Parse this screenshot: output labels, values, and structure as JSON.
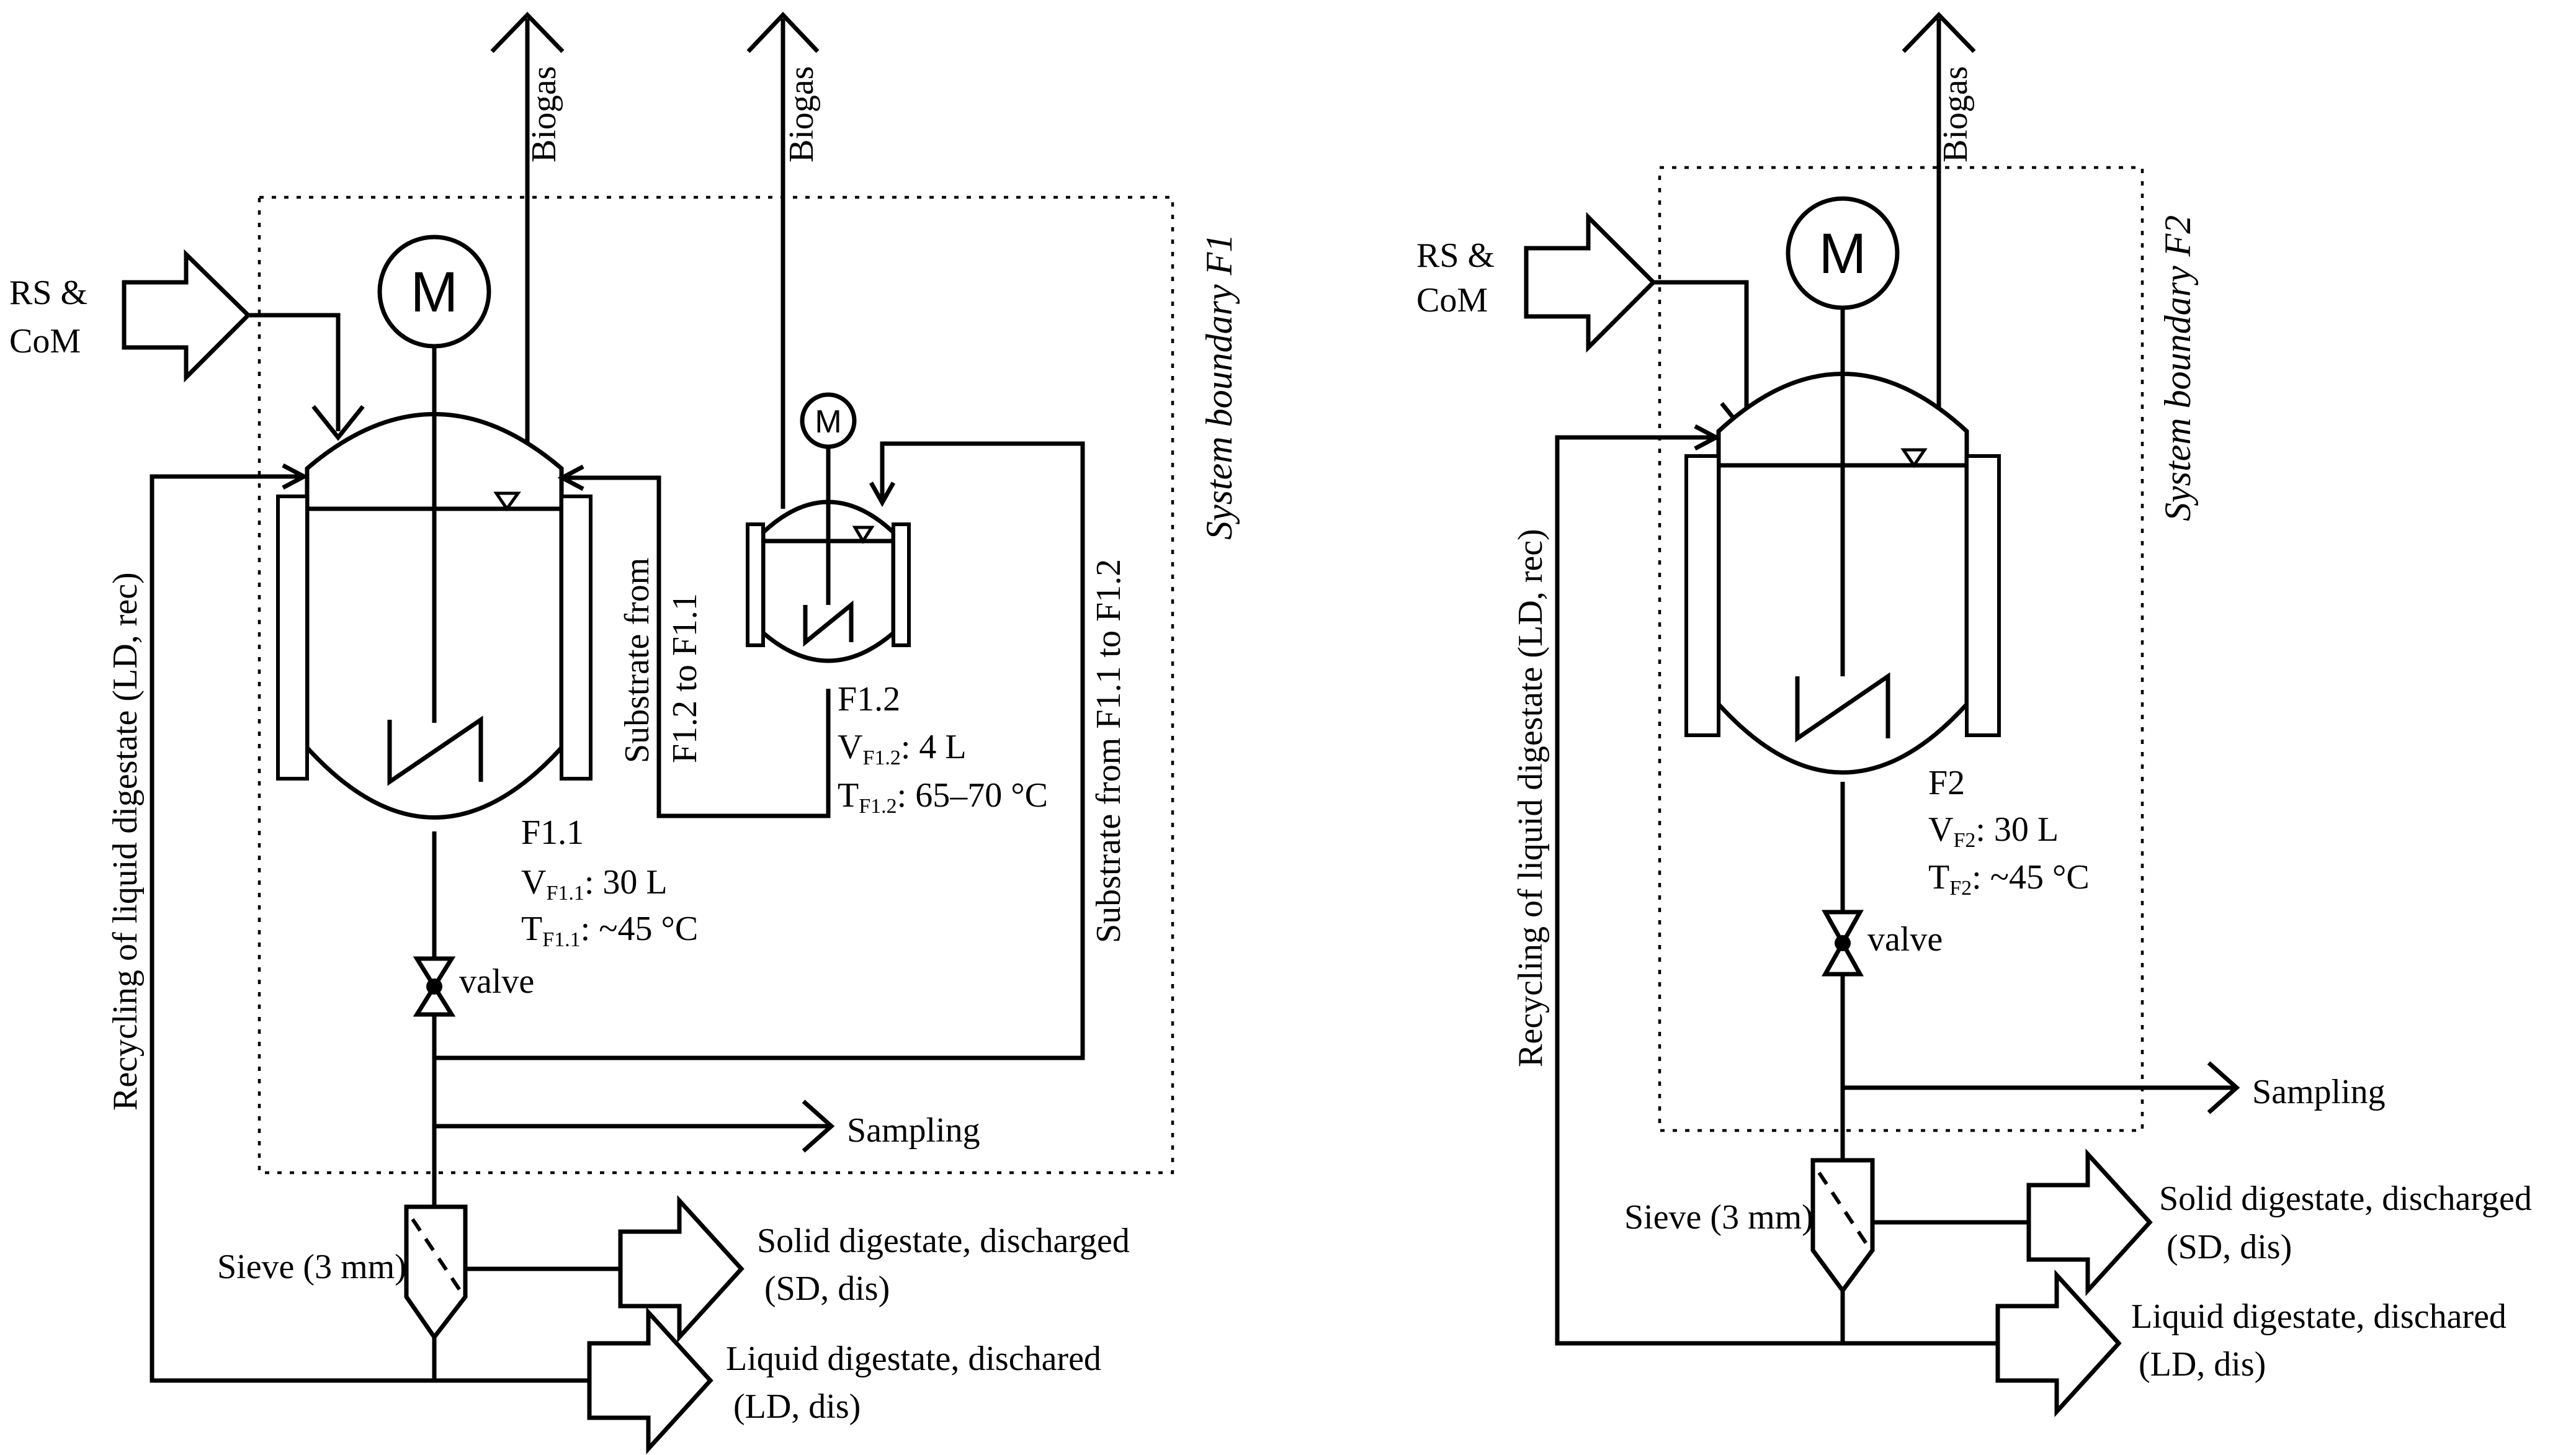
{
  "labels": {
    "biogas": "Biogas",
    "feed_line1": "RS &",
    "feed_line2": "CoM",
    "motor": "M",
    "boundary_f1": "System boundary F1",
    "boundary_f2": "System boundary F2",
    "substrate_12_to_11_line1": "Substrate from",
    "substrate_12_to_11_line2": "F1.2 to F1.1",
    "substrate_11_to_12": "Substrate from F1.1 to F1.2",
    "recycling": "Recycling of liquid digestate (LD, rec)",
    "valve": "valve",
    "sampling": "Sampling",
    "sieve": "Sieve (3 mm)",
    "solid_line1": "Solid digestate, discharged",
    "solid_line2": "(SD, dis)",
    "liquid_line1": "Liquid digestate, dischared",
    "liquid_line2": "(LD, dis)"
  },
  "reactors": {
    "f11": {
      "name": "F1.1",
      "v_prefix": "V",
      "v_sub": "F1.1",
      "v_value": ": 30  L",
      "t_prefix": "T",
      "t_sub": "F1.1",
      "t_value": ": ~45 °C"
    },
    "f12": {
      "name": "F1.2",
      "v_prefix": "V",
      "v_sub": "F1.2",
      "v_value": ": 4 L",
      "t_prefix": "T",
      "t_sub": "F1.2",
      "t_value": ": 65–70 °C"
    },
    "f2": {
      "name": "F2",
      "v_prefix": "V",
      "v_sub": "F2",
      "v_value": ": 30  L",
      "t_prefix": "T",
      "t_sub": "F2",
      "t_value": ": ~45 °C"
    }
  }
}
